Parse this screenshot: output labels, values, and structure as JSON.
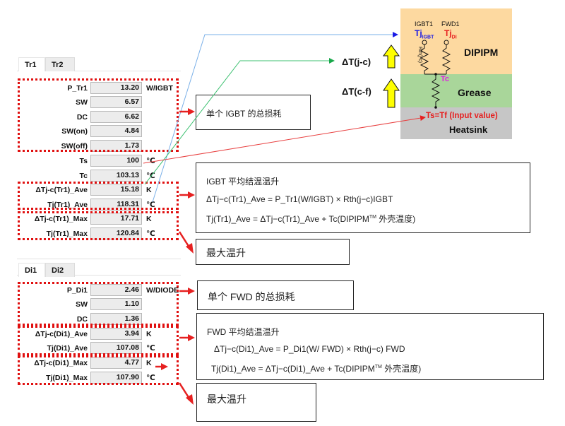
{
  "tr_panel": {
    "tabs": [
      {
        "label": "Tr1",
        "active": true
      },
      {
        "label": "Tr2",
        "active": false
      }
    ],
    "rows": [
      {
        "label": "P_Tr1",
        "value": "13.20",
        "unit": "W/IGBT"
      },
      {
        "label": "SW",
        "value": "6.57",
        "unit": ""
      },
      {
        "label": "DC",
        "value": "6.62",
        "unit": ""
      },
      {
        "label": "SW(on)",
        "value": "4.84",
        "unit": ""
      },
      {
        "label": "SW(off)",
        "value": "1.73",
        "unit": ""
      },
      {
        "label": "Ts",
        "value": "100",
        "unit": "℃"
      },
      {
        "label": "Tc",
        "value": "103.13",
        "unit": "℃"
      },
      {
        "label": "ΔTj-c(Tr1)_Ave",
        "value": "15.18",
        "unit": "K"
      },
      {
        "label": "Tj(Tr1)_Ave",
        "value": "118.31",
        "unit": "℃"
      },
      {
        "label": "ΔTj-c(Tr1)_Max",
        "value": "17.71",
        "unit": "K"
      },
      {
        "label": "Tj(Tr1)_Max",
        "value": "120.84",
        "unit": "℃"
      }
    ]
  },
  "di_panel": {
    "tabs": [
      {
        "label": "Di1",
        "active": true
      },
      {
        "label": "Di2",
        "active": false
      }
    ],
    "rows": [
      {
        "label": "P_Di1",
        "value": "2.46",
        "unit": "W/DIODE"
      },
      {
        "label": "SW",
        "value": "1.10",
        "unit": ""
      },
      {
        "label": "DC",
        "value": "1.36",
        "unit": ""
      },
      {
        "label": "ΔTj-c(Di1)_Ave",
        "value": "3.94",
        "unit": "K"
      },
      {
        "label": "Tj(Di1)_Ave",
        "value": "107.08",
        "unit": "℃"
      },
      {
        "label": "ΔTj-c(Di1)_Max",
        "value": "4.77",
        "unit": "K"
      },
      {
        "label": "Tj(Di1)_Max",
        "value": "107.90",
        "unit": "℃"
      }
    ]
  },
  "notes": {
    "igbt_total_loss": "单个 IGBT 的总损耗",
    "igbt_avg": {
      "title": "IGBT 平均结温温升",
      "formula1": "ΔTj−c(Tr1)_Ave  = P_Tr1(W/IGBT) × Rth(j−c)IGBT",
      "formula2_pre": "Tj(Tr1)_Ave =   ΔTj−c(Tr1)_Ave + Tc(DIPIPM",
      "formula2_sup": "TM",
      "formula2_post": "  外壳温度)"
    },
    "igbt_max": "最大温升",
    "fwd_total_loss": "单个 FWD 的总损耗",
    "fwd_avg": {
      "title": "FWD 平均结温温升",
      "formula1": "ΔTj−c(Di1)_Ave = P_Di1(W/ FWD)   ×   Rth(j−c) FWD",
      "formula2_pre": "Tj(Di1)_Ave =   ΔTj−c(Di1)_Ave    + Tc(DIPIPM",
      "formula2_sup": "TM",
      "formula2_post": "  外壳温度)"
    },
    "fwd_max": "最大温升"
  },
  "diagram": {
    "igbt_label": "IGBT1",
    "fwd_label": "FWD1",
    "tj_igbt": "Tj",
    "tj_igbt_sub": "IGBT",
    "tj_di": "Tj",
    "tj_di_sub": "DI",
    "rth_label": "Rth(j-c)",
    "dipipm_label": "DIPIPM",
    "tc_label": "Tc",
    "grease_label": "Grease",
    "ts_label": "Ts=Tf (Input value)",
    "heatsink_label": "Heatsink",
    "dt_jc": "ΔT(j-c)",
    "dt_cf": "ΔT(c-f)",
    "colors": {
      "dipipm": "#fdd9a0",
      "grease": "#a9d69a",
      "heatsink": "#c6c6c6",
      "igbt_blue": "#1a1ae6",
      "di_red": "#e62020",
      "tc_magenta": "#e020e0",
      "arrow_yellow": "#ffff00"
    }
  }
}
